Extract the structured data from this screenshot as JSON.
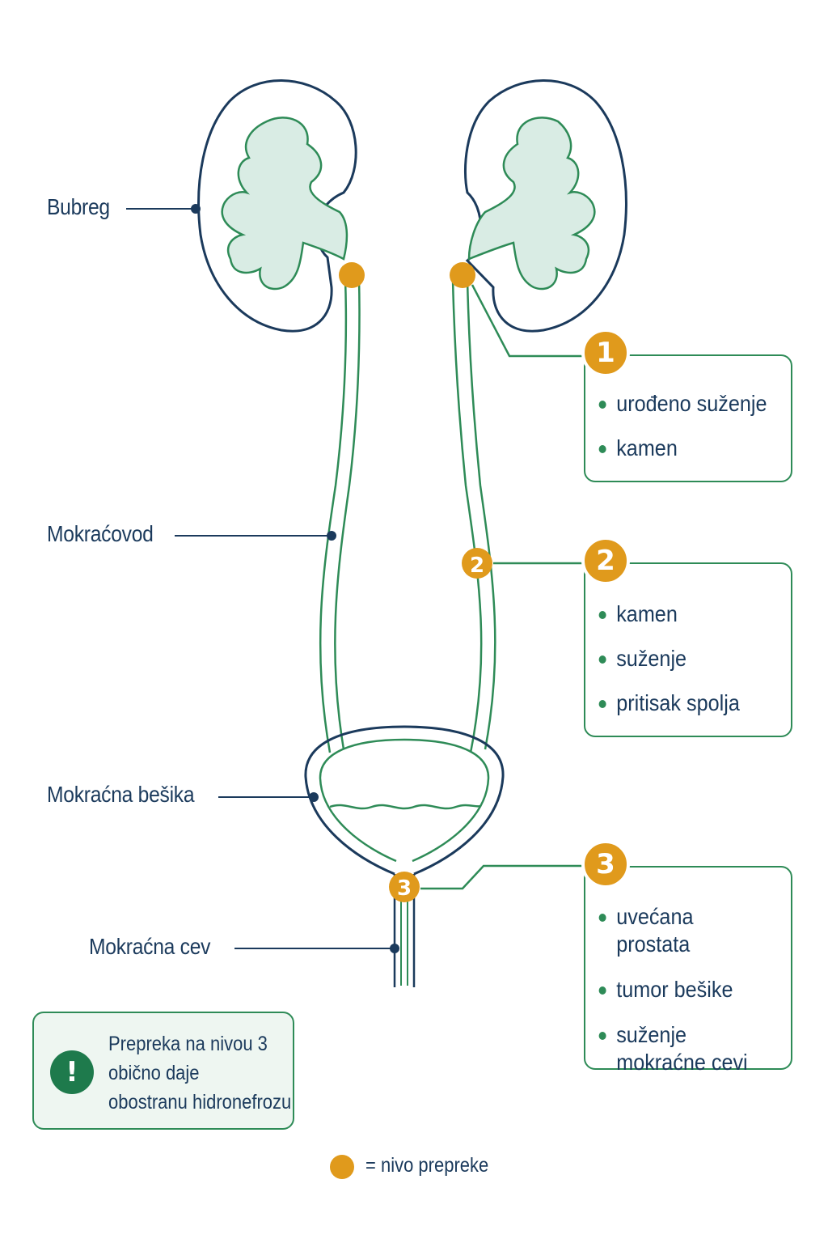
{
  "labels": {
    "kidney": "Bubreg",
    "ureter": "Mokraćovod",
    "bladder": "Mokraćna bešika",
    "urethra": "Mokraćna cev"
  },
  "levels": [
    {
      "number": "1",
      "causes": [
        "urođeno suženje",
        "kamen"
      ]
    },
    {
      "number": "2",
      "causes": [
        "kamen",
        "suženje",
        "pritisak spolja"
      ]
    },
    {
      "number": "3",
      "causes": [
        "uvećana prostata",
        "tumor bešike",
        "suženje mokraćne cevi"
      ]
    }
  ],
  "note": {
    "icon": "exclamation-icon",
    "lines": [
      "Prepreka na nivou 3",
      "obično daje",
      "obostranu hidronefrozu"
    ]
  },
  "legend": {
    "symbol": "orange-dot",
    "text": "=  nivo prepreke"
  },
  "colors": {
    "outline_navy": "#1b3a5c",
    "accent_green": "#2e8b57",
    "kidney_fill": "#d9ece4",
    "obstruction_orange": "#e09a1c"
  }
}
